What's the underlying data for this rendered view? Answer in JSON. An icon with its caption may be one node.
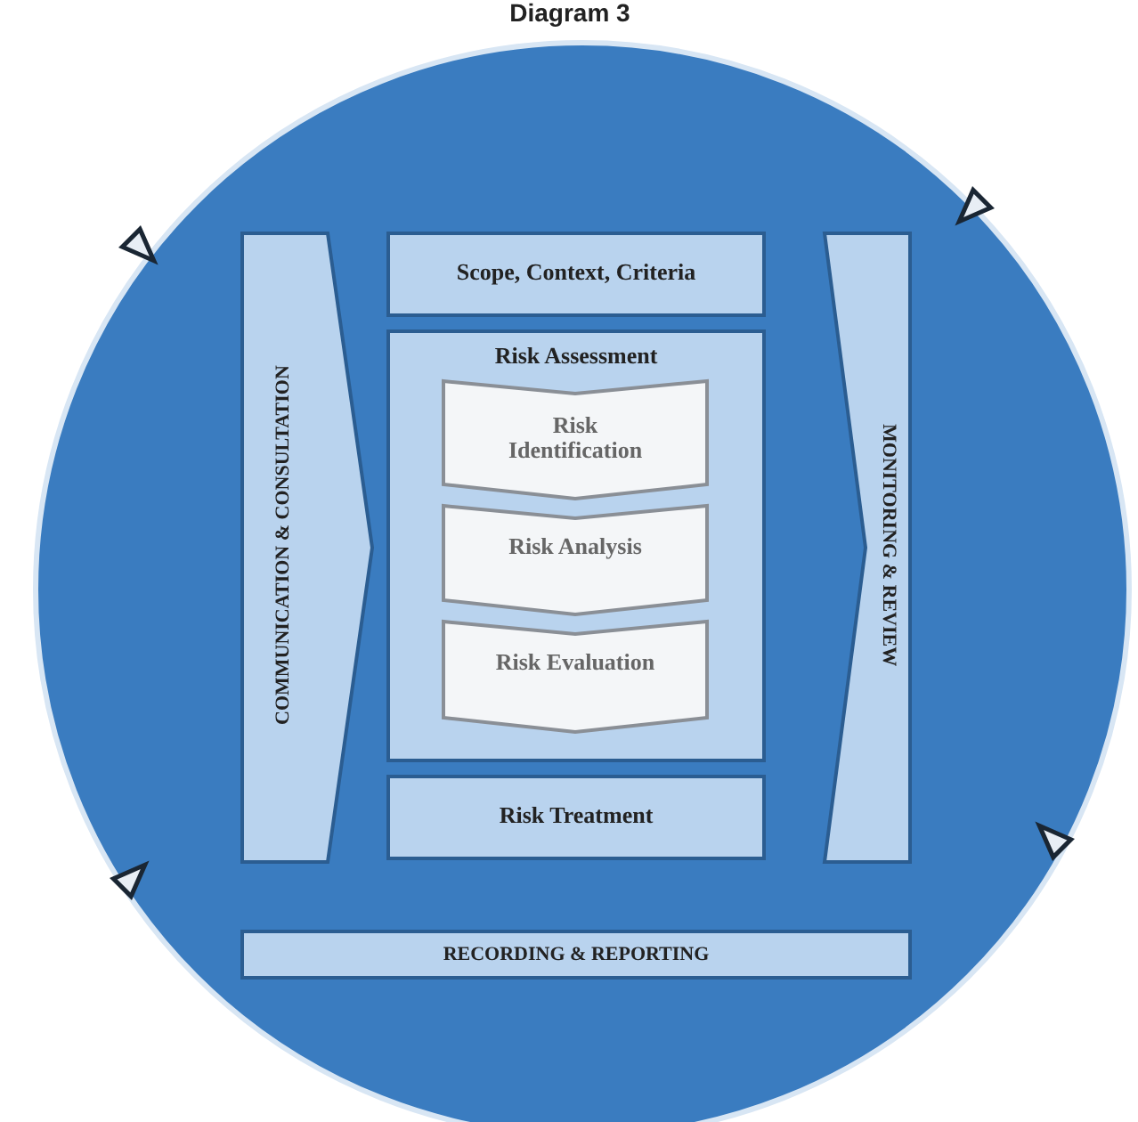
{
  "diagram": {
    "title": "Diagram 3",
    "nodes": [
      {
        "text": [],
        "shape": "circle"
      },
      {
        "text": [
          "COMMUNICATION & CONSULTATION"
        ],
        "in": 0
      },
      {
        "text": [
          "Scope, Context, Criteria"
        ],
        "in": 0
      },
      {
        "text": [
          "Risk Assessment"
        ],
        "in": 0
      },
      {
        "text": [
          "Risk Identification"
        ],
        "in": 3
      },
      {
        "text": [
          "Risk Analysis"
        ],
        "in": 3
      },
      {
        "text": [
          "Risk Evaluation"
        ],
        "in": 3
      },
      {
        "text": [
          "Risk Treatment"
        ],
        "in": 0
      },
      {
        "text": [
          "MONITORING & REVIEW"
        ],
        "in": 0
      },
      {
        "text": [
          "RECORDING & REPORTING"
        ],
        "in": 0
      }
    ],
    "edges": []
  }
}
